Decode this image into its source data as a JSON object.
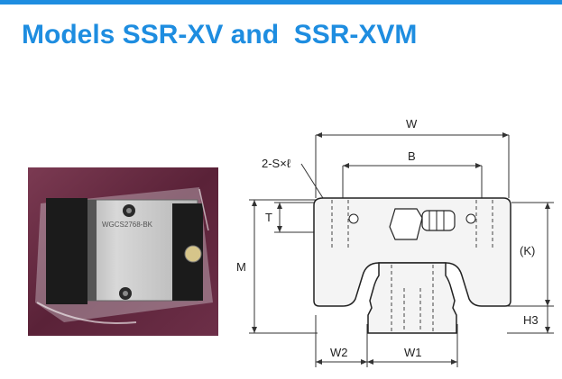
{
  "header": {
    "accent_color": "#1e8de0",
    "title": "Models SSR-XV and  SSR-XVM"
  },
  "photo": {
    "block_marking": "WGCS2768-BK",
    "icon": "product-photo"
  },
  "drawing": {
    "labels": {
      "W": "W",
      "B": "B",
      "S": "2-S×ℓ",
      "T": "T",
      "M": "M",
      "K": "(K)",
      "H3": "H3",
      "W2": "W2",
      "W1": "W1"
    }
  }
}
